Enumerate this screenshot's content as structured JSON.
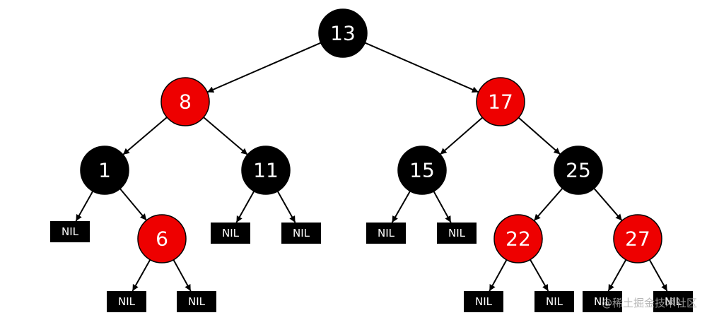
{
  "colors": {
    "red": "#ee0000",
    "black": "#000000",
    "edge": "#000000",
    "text": "#ffffff"
  },
  "tree": {
    "nodes": [
      {
        "id": "n13",
        "label": "13",
        "color": "black"
      },
      {
        "id": "n8",
        "label": "8",
        "color": "red"
      },
      {
        "id": "n17",
        "label": "17",
        "color": "red"
      },
      {
        "id": "n1",
        "label": "1",
        "color": "black"
      },
      {
        "id": "n11",
        "label": "11",
        "color": "black"
      },
      {
        "id": "n15",
        "label": "15",
        "color": "black"
      },
      {
        "id": "n25",
        "label": "25",
        "color": "black"
      },
      {
        "id": "n6",
        "label": "6",
        "color": "red"
      },
      {
        "id": "n22",
        "label": "22",
        "color": "red"
      },
      {
        "id": "n27",
        "label": "27",
        "color": "red"
      }
    ],
    "nil_label": "NIL",
    "nil_leaves": [
      "nil1",
      "nil6a",
      "nil6b",
      "nil11a",
      "nil11b",
      "nil15a",
      "nil15b",
      "nil22a",
      "nil22b",
      "nil27a",
      "nil27b"
    ],
    "edges": [
      [
        "n13",
        "n8"
      ],
      [
        "n13",
        "n17"
      ],
      [
        "n8",
        "n1"
      ],
      [
        "n8",
        "n11"
      ],
      [
        "n17",
        "n15"
      ],
      [
        "n17",
        "n25"
      ],
      [
        "n1",
        "nil1"
      ],
      [
        "n1",
        "n6"
      ],
      [
        "n6",
        "nil6a"
      ],
      [
        "n6",
        "nil6b"
      ],
      [
        "n11",
        "nil11a"
      ],
      [
        "n11",
        "nil11b"
      ],
      [
        "n15",
        "nil15a"
      ],
      [
        "n15",
        "nil15b"
      ],
      [
        "n25",
        "n22"
      ],
      [
        "n25",
        "n27"
      ],
      [
        "n22",
        "nil22a"
      ],
      [
        "n22",
        "nil22b"
      ],
      [
        "n27",
        "nil27a"
      ],
      [
        "n27",
        "nil27b"
      ]
    ]
  },
  "watermark": "@稀土掘金技术社区"
}
